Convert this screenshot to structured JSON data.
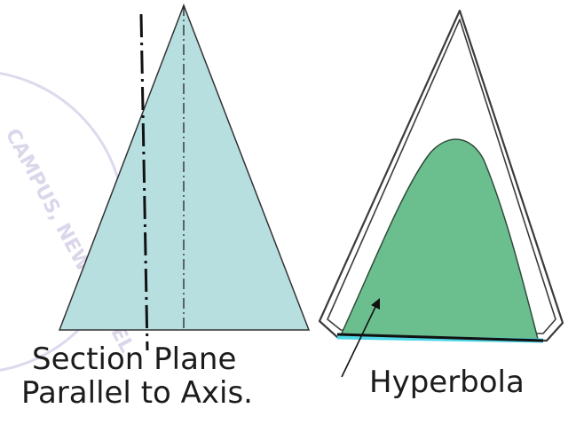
{
  "labels": {
    "section_plane_line1": "Section Plane",
    "section_plane_line2": "Parallel to Axis.",
    "hyperbola": "Hyperbola"
  },
  "colors": {
    "cone_fill": "#b8dfe0",
    "cone_stroke": "#333333",
    "section_fill": "#6bbf8f",
    "section_outline": "#3b3b3b",
    "base_line": "#111111",
    "base_highlight": "#4ed7e6",
    "watermark": "#8a7ac0"
  },
  "watermark_text": "CAMPUS, NEW PANVEL"
}
